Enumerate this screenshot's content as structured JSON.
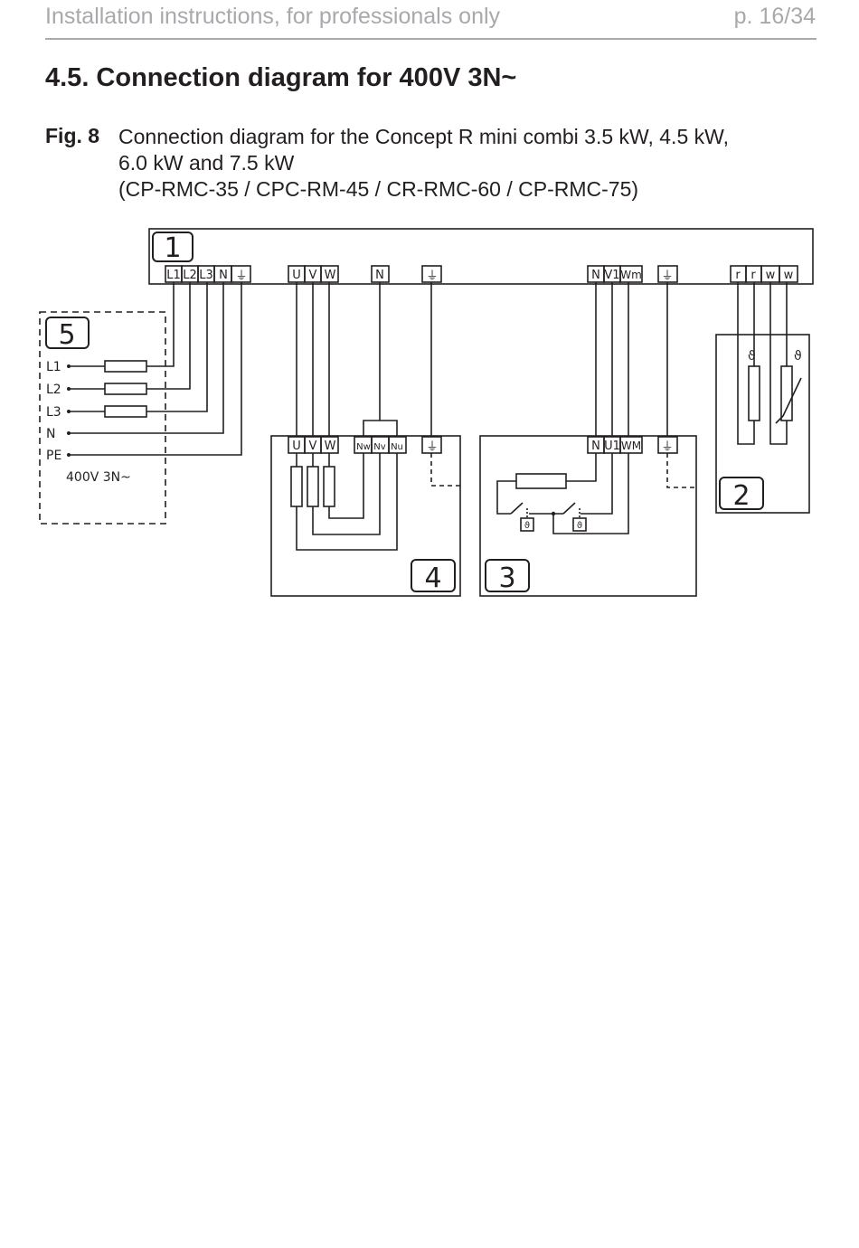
{
  "header": {
    "left": "Installation instructions, for professionals only",
    "right": "p. 16/34"
  },
  "section_title": "4.5. Connection diagram for 400V 3N~",
  "figure": {
    "label": "Fig. 8",
    "caption_lines": [
      "Connection diagram for the Concept R mini combi 3.5 kW, 4.5 kW,",
      "6.0 kW and 7.5 kW",
      "(CP-RMC-35 / CPC-RM-45 / CR-RMC-60 / CP-RMC-75)"
    ]
  },
  "diagram": {
    "callouts": [
      "1",
      "2",
      "3",
      "4",
      "5"
    ],
    "main_terminals": {
      "supply": [
        "L1",
        "L2",
        "L3",
        "N",
        "⏚"
      ],
      "element": [
        "U",
        "V",
        "W"
      ],
      "neutral": [
        "N"
      ],
      "earth": [
        "⏚"
      ],
      "thermostat": [
        "N",
        "V1",
        "Wm",
        "⏚"
      ],
      "sensors": [
        "r",
        "r",
        "w",
        "w"
      ]
    },
    "supply_labels": [
      "L1",
      "L2",
      "L3",
      "N",
      "PE"
    ],
    "supply_rating": "400V 3N~",
    "heater_terminals": [
      "U",
      "V",
      "W",
      "Nw",
      "Nv",
      "Nu",
      "⏚"
    ],
    "thermostat_terminals": [
      "N",
      "U1",
      "WM",
      "⏚"
    ],
    "sensor_symbol": "ϑ"
  }
}
